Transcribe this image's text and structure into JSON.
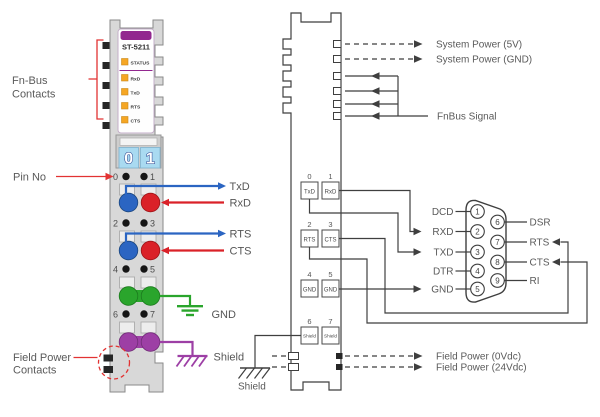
{
  "left": {
    "fnbus_contacts_label": [
      "Fn-Bus",
      "Contacts"
    ],
    "pin_no_label": "Pin No",
    "field_power_label": [
      "Field Power",
      "Contacts"
    ],
    "module": {
      "model": "ST-5211",
      "leds": [
        "STATUS",
        "RxD",
        "TxD",
        "RTS",
        "CTS"
      ],
      "digits": [
        "0",
        "1"
      ],
      "pins": [
        "0",
        "1",
        "2",
        "3",
        "4",
        "5",
        "6",
        "7"
      ]
    },
    "wires": {
      "txd": "TxD",
      "rxd": "RxD",
      "rts": "RTS",
      "cts": "CTS",
      "gnd": "GND",
      "shield": "Shield"
    }
  },
  "right": {
    "system_power_5v": "System Power (5V)",
    "system_power_gnd": "System Power (GND)",
    "fnbus_signal": "FnBus Signal",
    "field_power_0vdc": "Field Power (0Vdc)",
    "field_power_24vdc": "Field Power (24Vdc)",
    "shield_label": "Shield",
    "terminals": [
      {
        "no": "0",
        "label": "TxD"
      },
      {
        "no": "1",
        "label": "RxD"
      },
      {
        "no": "2",
        "label": "RTS"
      },
      {
        "no": "3",
        "label": "CTS"
      },
      {
        "no": "4",
        "label": "GND"
      },
      {
        "no": "5",
        "label": "GND"
      },
      {
        "no": "6",
        "label": "Shield"
      },
      {
        "no": "7",
        "label": "Shield"
      }
    ],
    "db9": {
      "left_pins": [
        {
          "pin": "1",
          "label": "DCD"
        },
        {
          "pin": "2",
          "label": "RXD"
        },
        {
          "pin": "3",
          "label": "TXD"
        },
        {
          "pin": "4",
          "label": "DTR"
        },
        {
          "pin": "5",
          "label": "GND"
        }
      ],
      "right_pins": [
        {
          "pin": "6",
          "label": "DSR"
        },
        {
          "pin": "7",
          "label": "RTS"
        },
        {
          "pin": "8",
          "label": "CTS"
        },
        {
          "pin": "9",
          "label": "RI"
        }
      ]
    }
  },
  "colors": {
    "wire_blue": "#2b65c2",
    "wire_red": "#da2128",
    "wire_green": "#2aa52c",
    "wire_purple": "#9d3fa5",
    "annotation_red": "#e23333",
    "panel_purple": "#92278f",
    "led_orange": "#f5a623",
    "display_blue": "#a9daf1",
    "module_gray": "#d8d8d8"
  }
}
